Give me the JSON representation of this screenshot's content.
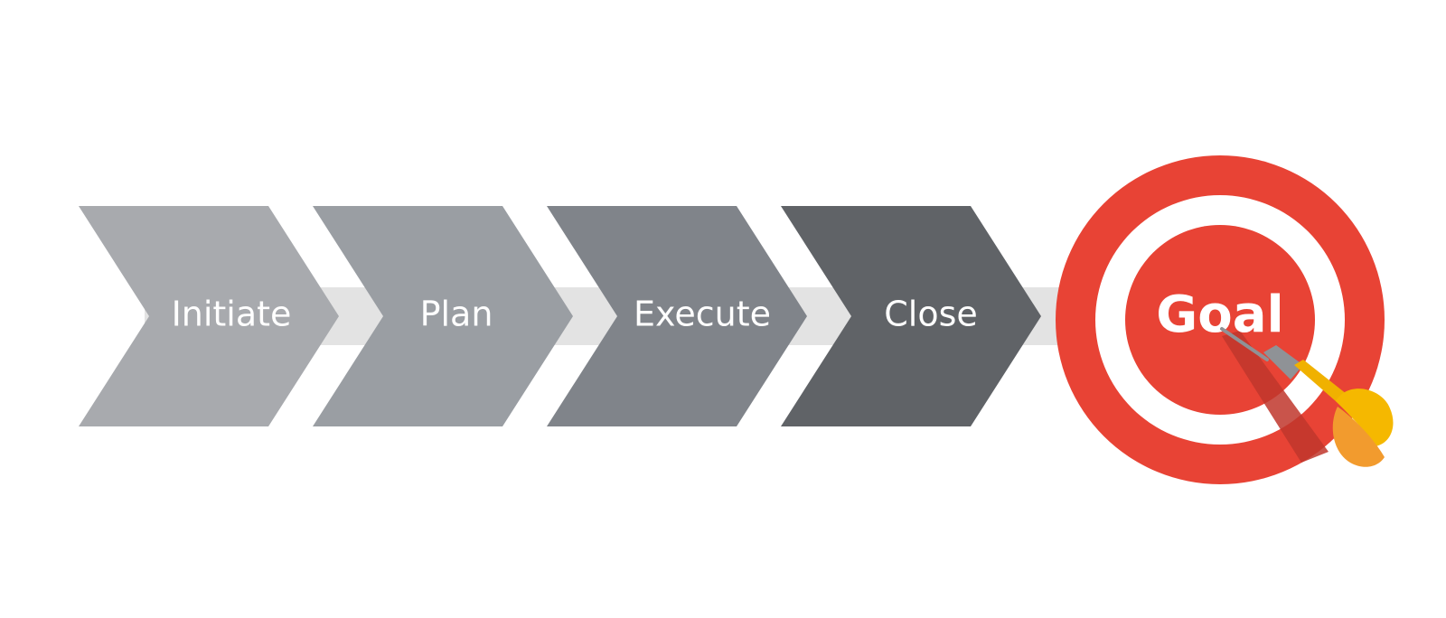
{
  "diagram": {
    "stages": [
      {
        "label": "Initiate",
        "color": "#a8aaae"
      },
      {
        "label": "Plan",
        "color": "#9a9ea3"
      },
      {
        "label": "Execute",
        "color": "#80848a"
      },
      {
        "label": "Close",
        "color": "#606367"
      }
    ],
    "goal": {
      "label": "Goal",
      "ring_color": "#e84335",
      "inner_ring_color": "#ffffff"
    },
    "connector_color": "#e3e3e3",
    "dart": {
      "tip_color": "#8f9296",
      "shaft_color": "#f0b100",
      "flight_color": "#f5a623"
    }
  }
}
